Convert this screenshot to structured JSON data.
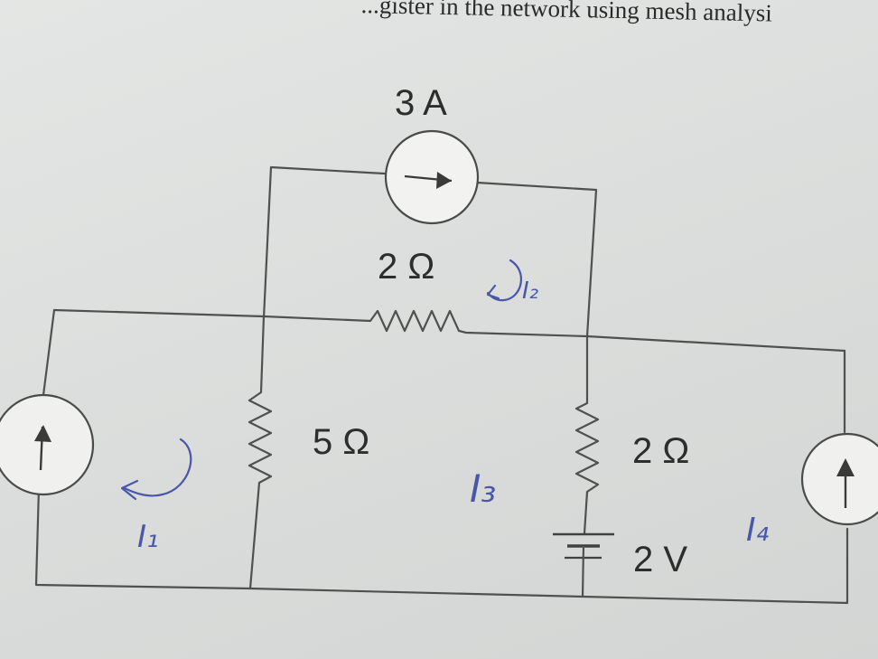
{
  "heading": "...gister in the network using mesh analysi",
  "components": {
    "current_source_top": "3 A",
    "resistor_top": "2 Ω",
    "resistor_left": "5 Ω",
    "resistor_right": "2 Ω",
    "battery": "2 V"
  },
  "mesh_labels": {
    "i1": "I₁",
    "i2": "I₂",
    "i3": "I₃",
    "i4": "I₄"
  }
}
